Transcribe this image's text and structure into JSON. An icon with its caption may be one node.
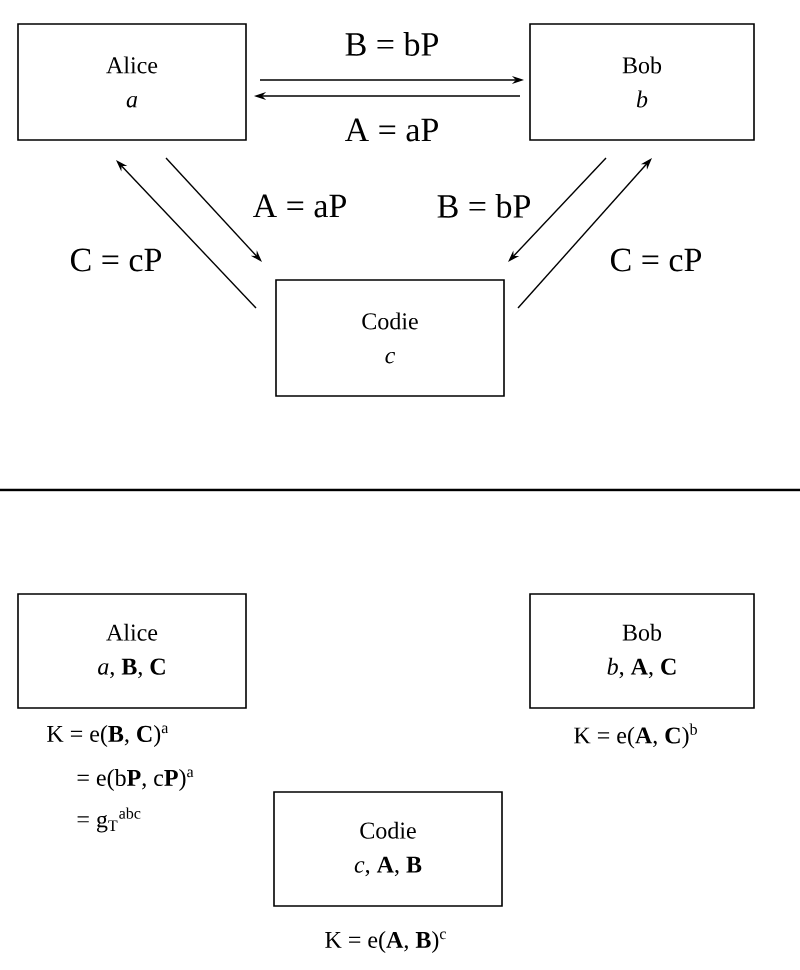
{
  "diagram": {
    "nodes": [
      {
        "text": [
          "Alice",
          "a"
        ]
      },
      {
        "text": [
          "Bob",
          "b"
        ]
      },
      {
        "text": [
          "Codie",
          "c"
        ]
      },
      {
        "text": [
          "Alice",
          "*a*, **B**, **C**"
        ],
        "beside": [
          "K = e(**B**, **C**)$^{a}$",
          "= e(b**P**, c**P**)$^{a}$",
          "= g$_{T}$$^{abc}$"
        ]
      },
      {
        "text": [
          "Bob",
          "*b*, **A**, **C**"
        ],
        "beside": [
          "K = e(**A**, **C**)$^{b}$"
        ]
      },
      {
        "text": [
          "Codie",
          "*c*, **A**, **B**"
        ],
        "beside": [
          "K = e(**A**, **B**)$^{c}$"
        ]
      }
    ],
    "edges": [
      {
        "from": 0,
        "to": 1,
        "arrow": "to",
        "label": "B = bP"
      },
      {
        "from": 1,
        "to": 0,
        "arrow": "to",
        "label": "A = aP"
      },
      {
        "from": 0,
        "to": 2,
        "arrow": "to",
        "label": "A = aP"
      },
      {
        "from": 2,
        "to": 0,
        "arrow": "to",
        "label": "C = cP"
      },
      {
        "from": 1,
        "to": 2,
        "arrow": "to",
        "label": "B = bP"
      },
      {
        "from": 2,
        "to": 1,
        "arrow": "to",
        "label": "C = cP"
      }
    ]
  }
}
